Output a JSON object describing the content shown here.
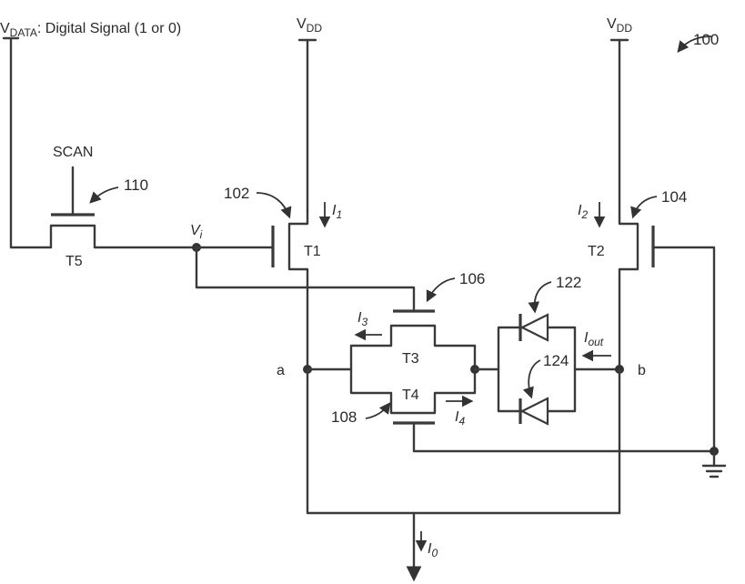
{
  "vdata_label": {
    "main": "V",
    "sub": "DATA",
    "rest": ": Digital Signal (1 or 0)"
  },
  "vdd_left": {
    "main": "V",
    "sub": "DD"
  },
  "vdd_right": {
    "main": "V",
    "sub": "DD"
  },
  "scan_label": "SCAN",
  "transistors": {
    "t1": "T1",
    "t2": "T2",
    "t3": "T3",
    "t4": "T4",
    "t5": "T5"
  },
  "nodes": {
    "a": "a",
    "b": "b",
    "vi_main": "V",
    "vi_sub": "i"
  },
  "currents": {
    "i1_main": "I",
    "i1_sub": "1",
    "i2_main": "I",
    "i2_sub": "2",
    "i3_main": "I",
    "i3_sub": "3",
    "i4_main": "I",
    "i4_sub": "4",
    "iout_main": "I",
    "iout_sub": "out",
    "i0_main": "I",
    "i0_sub": "0"
  },
  "refs": {
    "r100": "100",
    "r102": "102",
    "r104": "104",
    "r106": "106",
    "r108": "108",
    "r110": "110",
    "r122": "122",
    "r124": "124"
  }
}
